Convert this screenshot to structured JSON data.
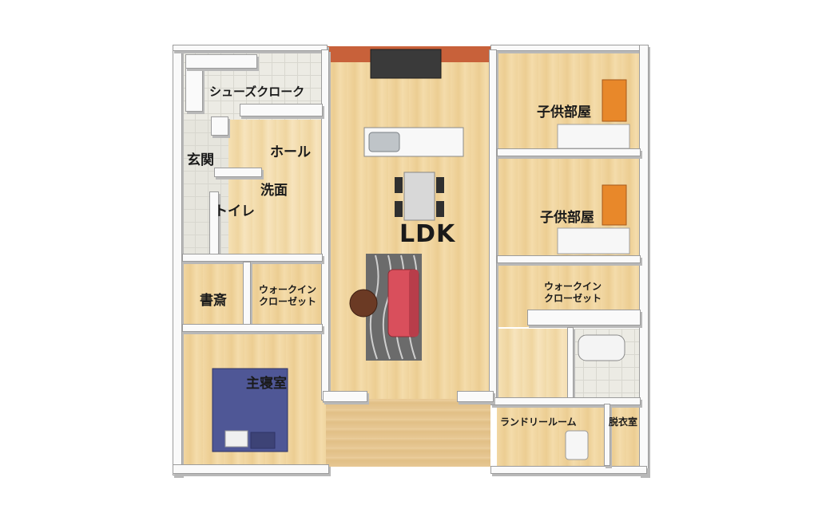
{
  "floor_plan": {
    "rooms": {
      "shoes_closet": "シューズクローク",
      "hall": "ホール",
      "entrance": "玄関",
      "washroom": "洗面",
      "toilet": "トイレ",
      "ldk": "LDK",
      "study": "書斎",
      "walk_in_closet_west": "ウォークイン\nクローゼット",
      "master_bedroom": "主寝室",
      "kids_room_1": "子供部屋",
      "kids_room_2": "子供部屋",
      "walk_in_closet_east": "ウォークイン\nクローゼット",
      "laundry_room": "ランドリールーム",
      "dressing_room": "脱衣室"
    },
    "colors": {
      "wood_floor": "#f0d49c",
      "tile_floor": "#ecebe4",
      "wall": "#fafafa",
      "sofa": "#d94f5c",
      "bed": "#4f5796",
      "rug": "#6b6b6b",
      "desk": "#e8882a",
      "roof_edge": "#c8613a"
    }
  }
}
